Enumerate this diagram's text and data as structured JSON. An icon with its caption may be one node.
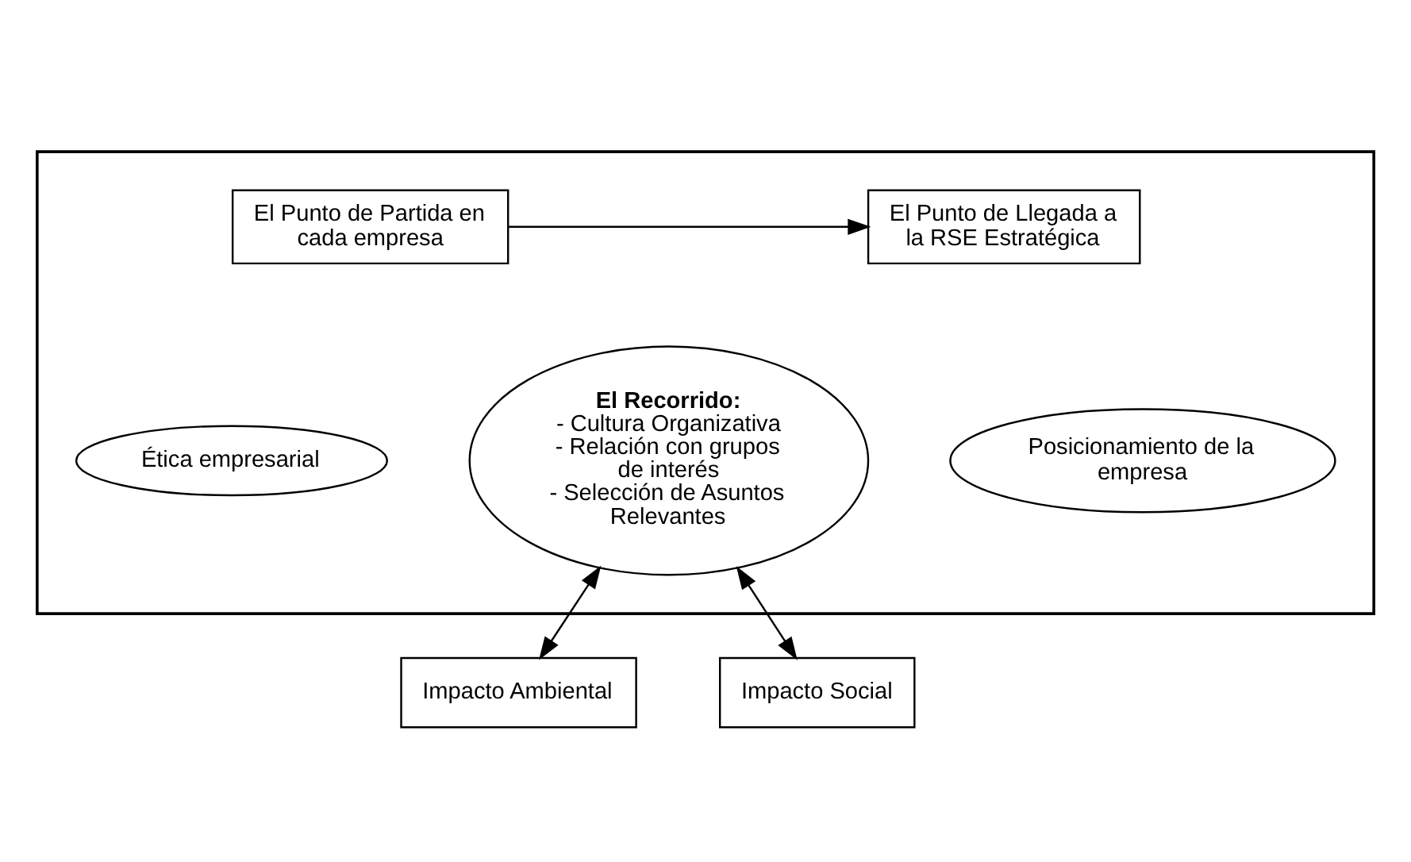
{
  "diagram": {
    "nodes": [
      {
        "text": [],
        "shape": "box"
      },
      {
        "text": [
          "El Punto de Partida en cada empresa"
        ],
        "in": 0
      },
      {
        "text": [
          "El Punto de Llegada a la RSE Estratégica"
        ],
        "in": 0
      },
      {
        "text": [
          "Ética empresarial"
        ],
        "in": 0
      },
      {
        "text": [
          "El Recorrido:",
          "- Cultura Organizativa",
          "- Relación con grupos de interés",
          "- Selección de Asuntos Relevantes"
        ],
        "in": 0
      },
      {
        "text": [
          "Posicionamiento de la empresa"
        ],
        "in": 0
      },
      {
        "text": [
          "Impacto Ambiental"
        ]
      },
      {
        "text": [
          "Impacto Social"
        ]
      }
    ],
    "edges": [
      {
        "from": 1,
        "to": 2,
        "arrow": "to"
      },
      {
        "from": 4,
        "to": 6,
        "arrow": "both"
      },
      {
        "from": 4,
        "to": 7,
        "arrow": "both"
      }
    ]
  }
}
